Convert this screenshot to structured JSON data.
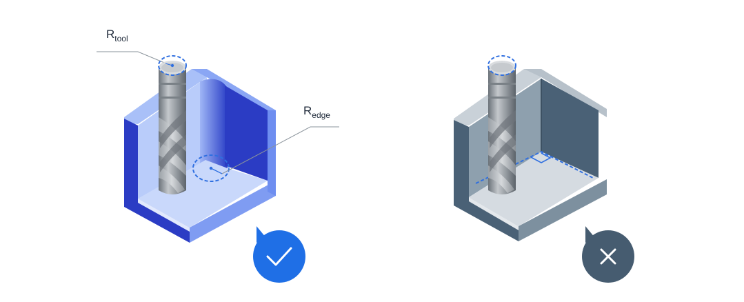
{
  "colors": {
    "good_dark": "#2b3cc4",
    "good_mid": "#7f9cf2",
    "good_light": "#a9c0f8",
    "good_floor": "#c9d8fb",
    "bad_dark": "#4a6176",
    "bad_mid": "#7d909f",
    "bad_light": "#aeb9c3",
    "bad_floor": "#d5dbe1",
    "tool_light": "#c3c7cc",
    "tool_mid": "#8f959b",
    "tool_dark": "#5e656c",
    "dash": "#2f6fe0",
    "good_badge": "#1f6fe6",
    "bad_badge": "#465c70",
    "leader": "#8a939b"
  },
  "panels": [
    {
      "name": "correct-pocket",
      "labels": {
        "tool": {
          "main": "R",
          "sub": "tool"
        },
        "edge": {
          "main": "R",
          "sub": "edge"
        }
      },
      "badge": {
        "icon": "check-icon",
        "status": "correct"
      }
    },
    {
      "name": "incorrect-pocket",
      "badge": {
        "icon": "cross-icon",
        "status": "incorrect"
      }
    }
  ]
}
